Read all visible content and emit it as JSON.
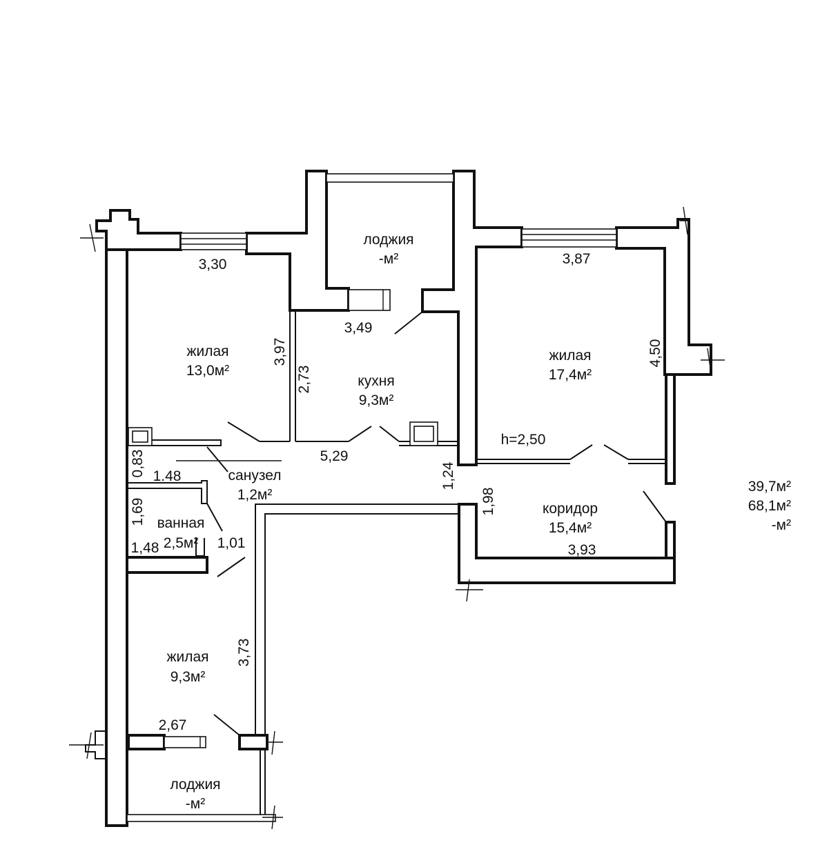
{
  "rooms": {
    "loggia_top": {
      "name": "лоджия",
      "area": "-м²"
    },
    "living_left": {
      "name": "жилая",
      "area": "13,0м²"
    },
    "kitchen": {
      "name": "кухня",
      "area": "9,3м²"
    },
    "living_right": {
      "name": "жилая",
      "area": "17,4м²"
    },
    "bathroom_wc": {
      "name": "санузел",
      "area": "1,2м²"
    },
    "bath": {
      "name": "ванная",
      "area": "2,5м²"
    },
    "corridor": {
      "name": "коридор",
      "area": "15,4м²"
    },
    "living_bottom": {
      "name": "жилая",
      "area": "9,3м²"
    },
    "loggia_bottom": {
      "name": "лоджия",
      "area": "-м²"
    }
  },
  "dimensions": {
    "d330": "3,30",
    "d387": "3,87",
    "d349": "3,49",
    "d397": "3,97",
    "d273": "2,73",
    "d450": "4,50",
    "d529": "5,29",
    "d083": "0,83",
    "d148a": "1.48",
    "d124": "1,24",
    "d198": "1,98",
    "d169": "1,69",
    "d101": "1,01",
    "d148b": "1,48",
    "d393": "3,93",
    "d373": "3,73",
    "d267": "2,67"
  },
  "ceiling_height": "h=2,50",
  "totals": {
    "living": "39,7м²",
    "total": "68,1м²",
    "other": "-м²"
  }
}
